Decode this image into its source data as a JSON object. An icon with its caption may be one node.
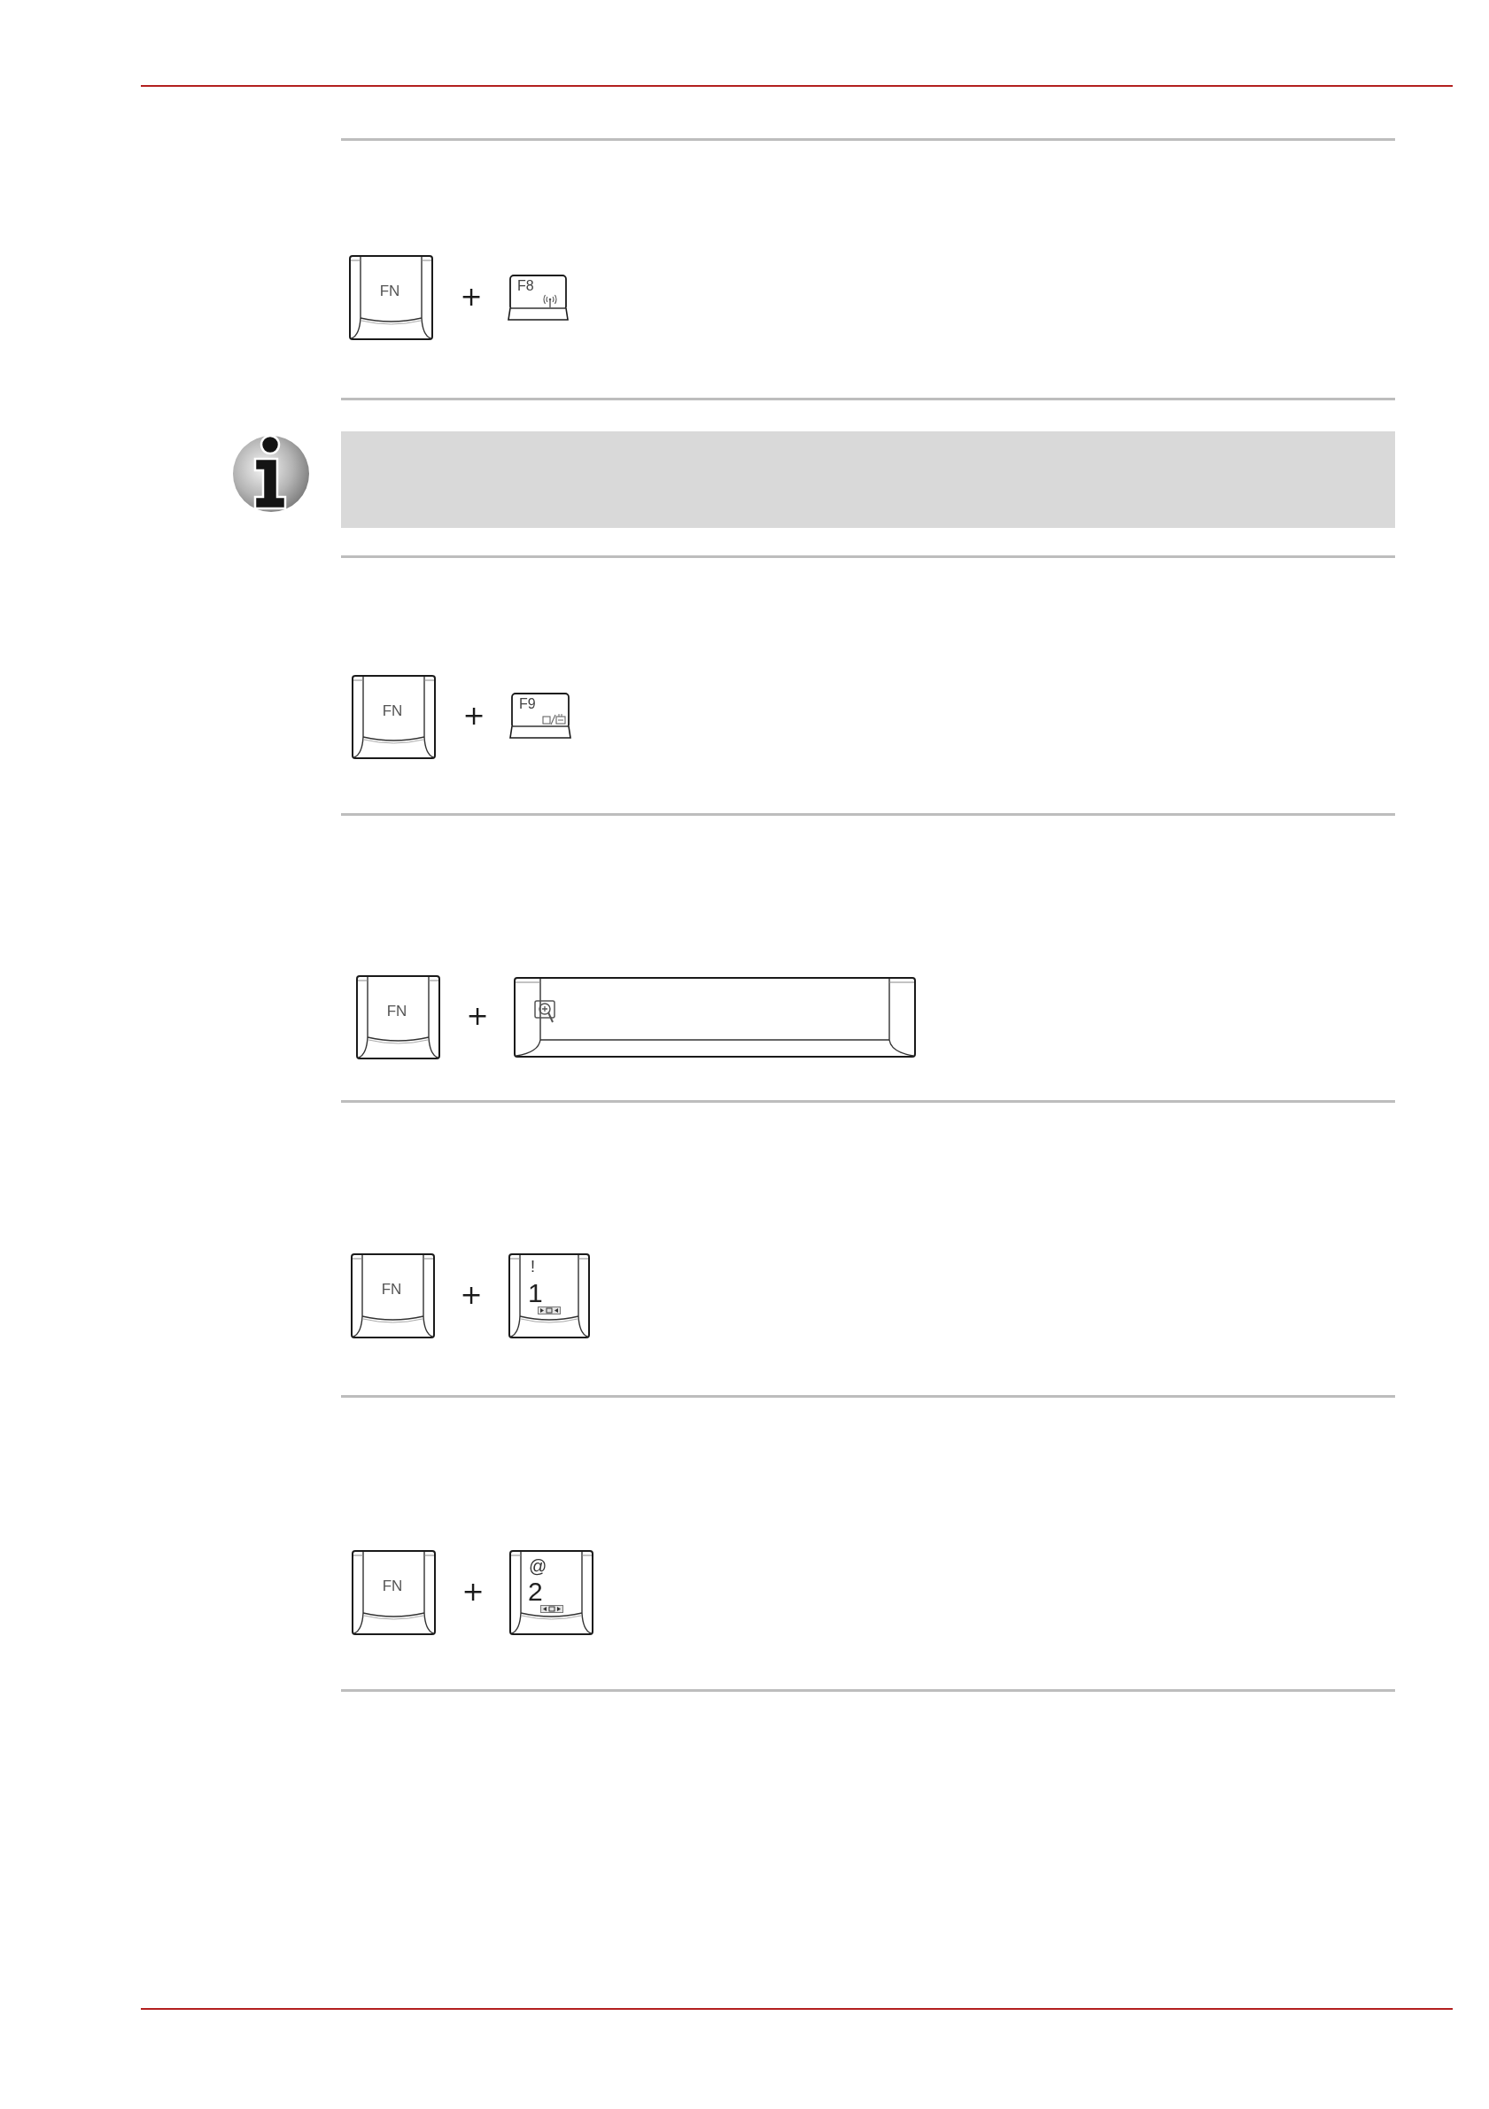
{
  "diagram": {
    "nodes": [
      {
        "text": [
          "FN"
        ]
      },
      {
        "text": [
          "F8"
        ]
      },
      {
        "text": [
          "FN"
        ]
      },
      {
        "text": [
          "F9"
        ]
      },
      {
        "text": [
          "FN"
        ]
      },
      {
        "text": [],
        "shape": "box"
      },
      {
        "text": [
          "FN"
        ]
      },
      {
        "text": [
          "!",
          "1"
        ]
      },
      {
        "text": [
          "FN"
        ]
      },
      {
        "text": [
          "@",
          "2"
        ]
      }
    ],
    "labels": [
      "+",
      "+",
      "+",
      "+",
      "+"
    ]
  }
}
